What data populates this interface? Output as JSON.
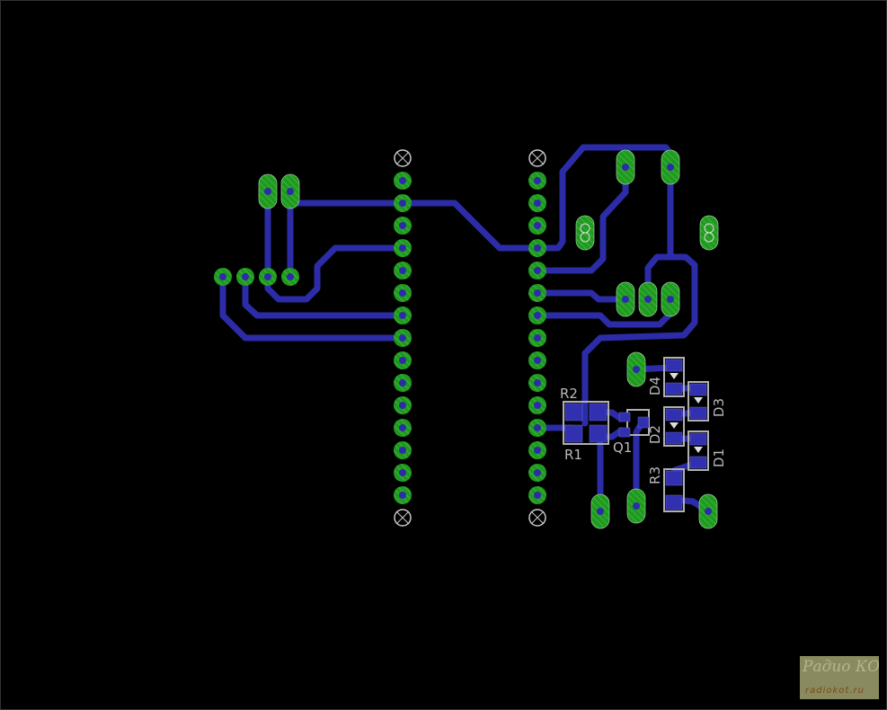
{
  "components": {
    "R1": "R1",
    "R2": "R2",
    "R3": "R3",
    "Q1": "Q1",
    "D1": "D1",
    "D2": "D2",
    "D3": "D3",
    "D4": "D4"
  },
  "watermark": {
    "title": "Радио КОТ",
    "url": "radiokot.ru"
  },
  "colors": {
    "background": "#000000",
    "trace": "#2c2ca8",
    "pad": "#2a9a2a",
    "smd": "#3030b0",
    "outline": "#b0b0b0"
  }
}
